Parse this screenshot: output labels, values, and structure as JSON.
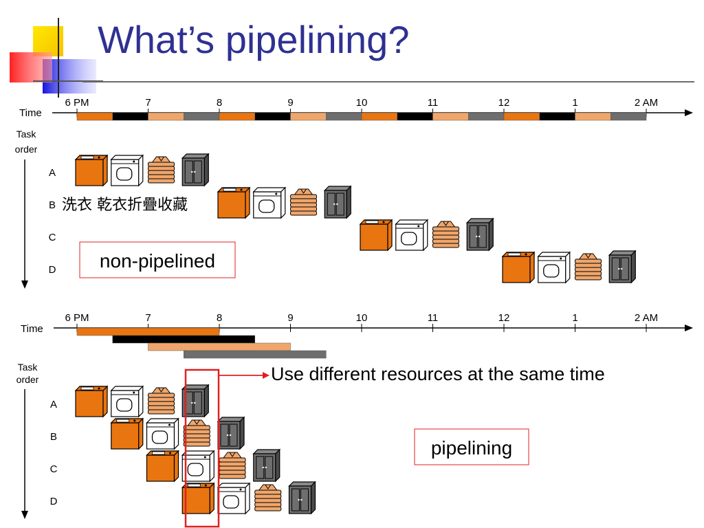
{
  "title": "What’s pipelining?",
  "colors": {
    "title": "#2E3192",
    "wash": "#E97511",
    "dry": "#000000",
    "fold": "#F0A66B",
    "store": "#6E6E6E",
    "highlight": "#E02020"
  },
  "icons": [
    "washer-icon",
    "dryer-icon",
    "folded-clothes-icon",
    "closet-icon"
  ],
  "timeline": {
    "axis_label": "Time",
    "ticks": [
      "6 PM",
      "7",
      "8",
      "9",
      "10",
      "11",
      "12",
      "1",
      "2 AM"
    ]
  },
  "task_order_label": "Task order",
  "task_order_lines": [
    "Task",
    "order"
  ],
  "tasks": [
    "A",
    "B",
    "C",
    "D"
  ],
  "stages": [
    "wash",
    "dry",
    "fold",
    "store"
  ],
  "chinese_note": "洗衣 乾衣折疊收藏",
  "non_pipelined": {
    "label": "non-pipelined",
    "start_slot": [
      0,
      4,
      8,
      12
    ]
  },
  "pipelined": {
    "label": "pipelining",
    "start_slot": [
      0,
      1,
      2,
      3
    ],
    "annotation": "Use different resources at the same time"
  }
}
